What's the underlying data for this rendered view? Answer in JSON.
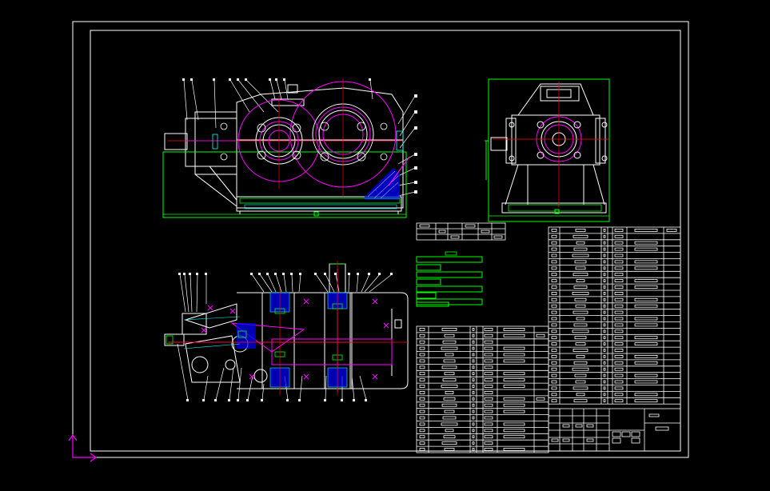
{
  "drawing": {
    "colors": {
      "background": "#000000",
      "frame": "#ffffff",
      "outline": "#ffffff",
      "gear": "#ff00ff",
      "dimension": "#00ff00",
      "hatch": "#0000ff",
      "centerline": "#ff0000",
      "cyan": "#00ffff",
      "yellow": "#ffff00"
    },
    "ucs_icon": "ucs-axis-icon",
    "views": [
      "front-view",
      "side-view",
      "top-section-view"
    ],
    "tables": {
      "parts_list_rows": 28,
      "title_block": true,
      "technical_notes_lines": 8
    }
  }
}
